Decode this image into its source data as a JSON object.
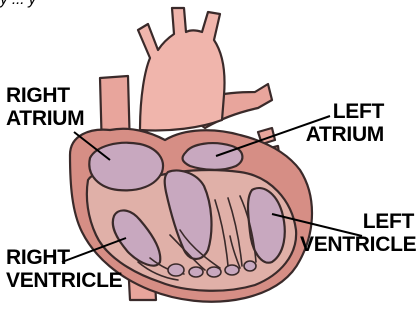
{
  "colors": {
    "outline": "#3a2a2a",
    "muscle": "#d68e85",
    "vessel": "#e8a59c",
    "aorta": "#f0b5ac",
    "chamber": "#c8a8bf",
    "inner": "#e0b0a8"
  },
  "labels": {
    "right_atrium": {
      "line1": "RIGHT",
      "line2": "ATRIUM"
    },
    "left_atrium": {
      "line1": "LEFT",
      "line2": "ATRIUM"
    },
    "right_ventricle": {
      "line1": "RIGHT",
      "line2": "VENTRICLE"
    },
    "left_ventricle": {
      "line1": "LEFT",
      "line2": "VENTRICLE"
    }
  },
  "caption_fragment": "y ... y"
}
